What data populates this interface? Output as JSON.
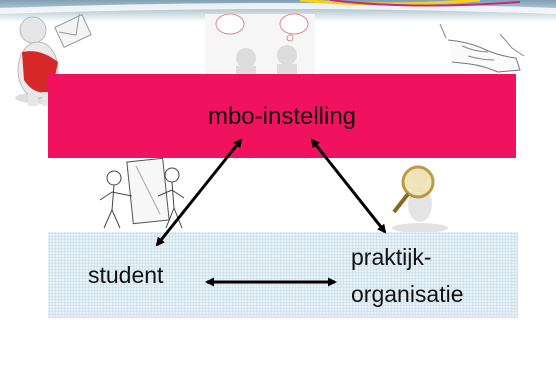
{
  "nodes": {
    "mbo": "mbo-instelling",
    "student": "student",
    "praktijk_line1": "praktijk-",
    "praktijk_line2": "organisatie"
  },
  "colors": {
    "mbo_box": "#f0125e",
    "bottom_box": "#e6f2f8",
    "arrow": "#000000"
  },
  "icons": [
    "mail-figure-icon",
    "speech-bubbles-figures-icon",
    "handshake-sketch-icon",
    "mirror-figures-icon",
    "magnifier-figure-icon"
  ]
}
